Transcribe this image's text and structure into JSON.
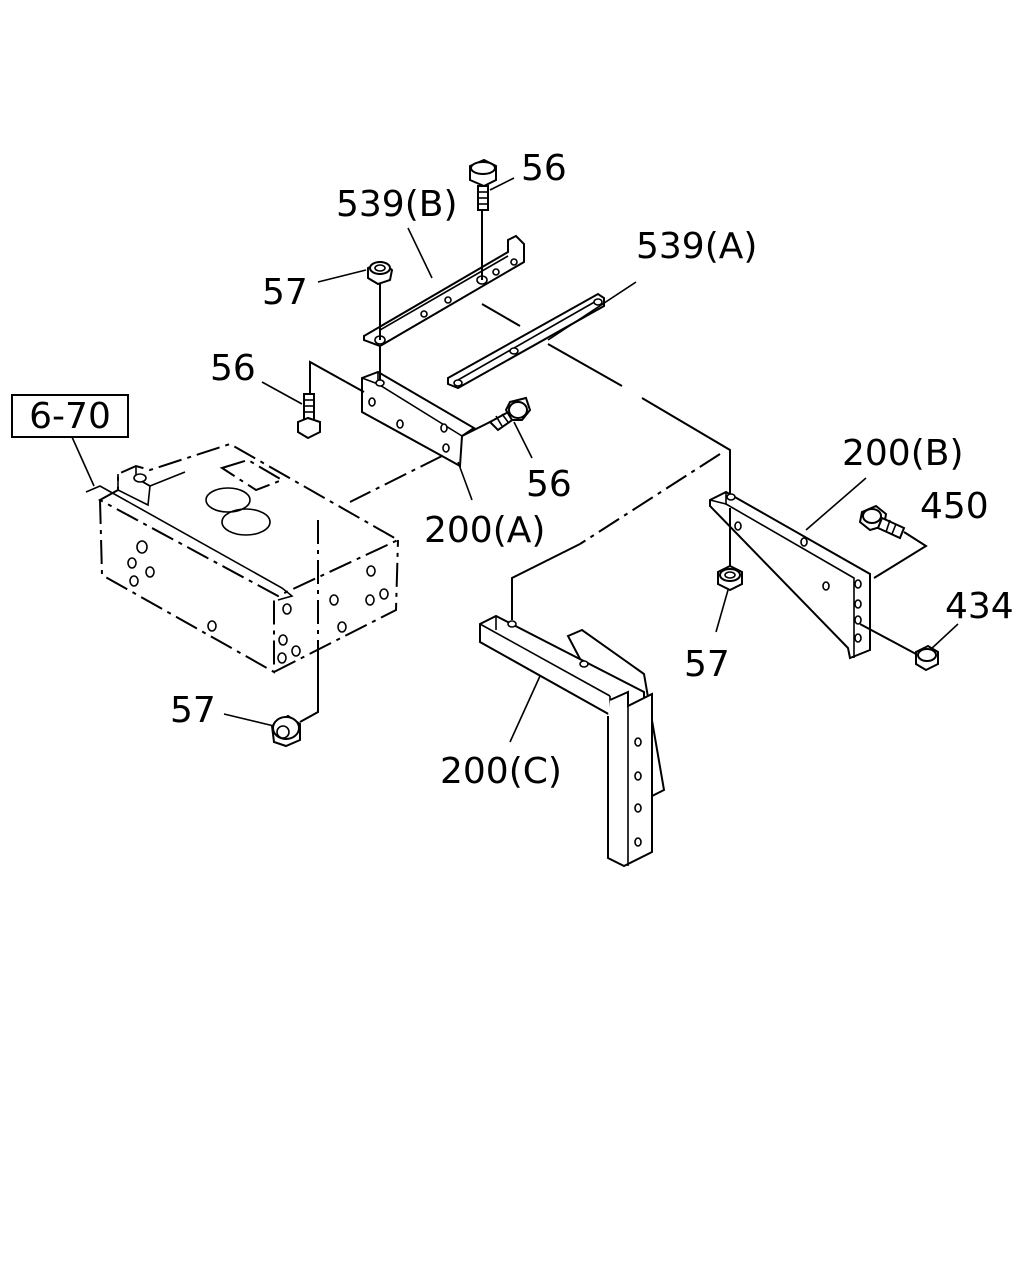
{
  "diagram": {
    "reference_box": "6-70",
    "callouts": {
      "bolt_top_right": "56",
      "bracket_539b": "539(B)",
      "bracket_539a": "539(A)",
      "nut_top_left": "57",
      "bolt_left": "56",
      "bolt_mid": "56",
      "bracket_200a": "200(A)",
      "bracket_200b": "200(B)",
      "bolt_450": "450",
      "nut_434": "434",
      "nut_mid_right": "57",
      "bracket_200c": "200(C)",
      "nut_bottom_left": "57"
    }
  }
}
